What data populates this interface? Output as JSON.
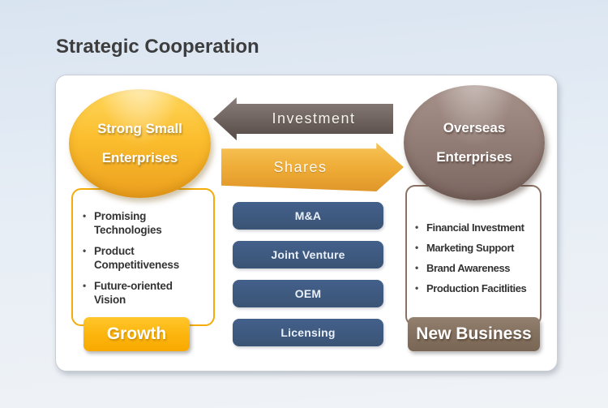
{
  "title": "Strategic Cooperation",
  "left_entity": {
    "name": "Strong Small Enterprises"
  },
  "right_entity": {
    "name": "Overseas Enterprises"
  },
  "flows": {
    "to_left": "Investment",
    "to_right": "Shares"
  },
  "cooperation_modes": [
    "M&A",
    "Joint Venture",
    "OEM",
    "Licensing"
  ],
  "left_box": {
    "bullets": [
      "Promising Technologies",
      "Product Competitiveness",
      "Future-oriented Vision"
    ],
    "badge": "Growth"
  },
  "right_box": {
    "bullets": [
      "Financial Investment",
      "Marketing Support",
      "Brand Awareness",
      "Production Facitlities"
    ],
    "badge": "New Business"
  },
  "colors": {
    "accent_gold": "#fbb60e",
    "accent_brown": "#84705f",
    "mode_navy": "#3d5878",
    "arrow_dark": "#6e625e",
    "arrow_gold": "#eeab35",
    "panel_bg": "#ffffff",
    "background_top": "#d9e4f1",
    "background_bottom": "#f0f3f6",
    "title_text": "#3d3d3d"
  }
}
